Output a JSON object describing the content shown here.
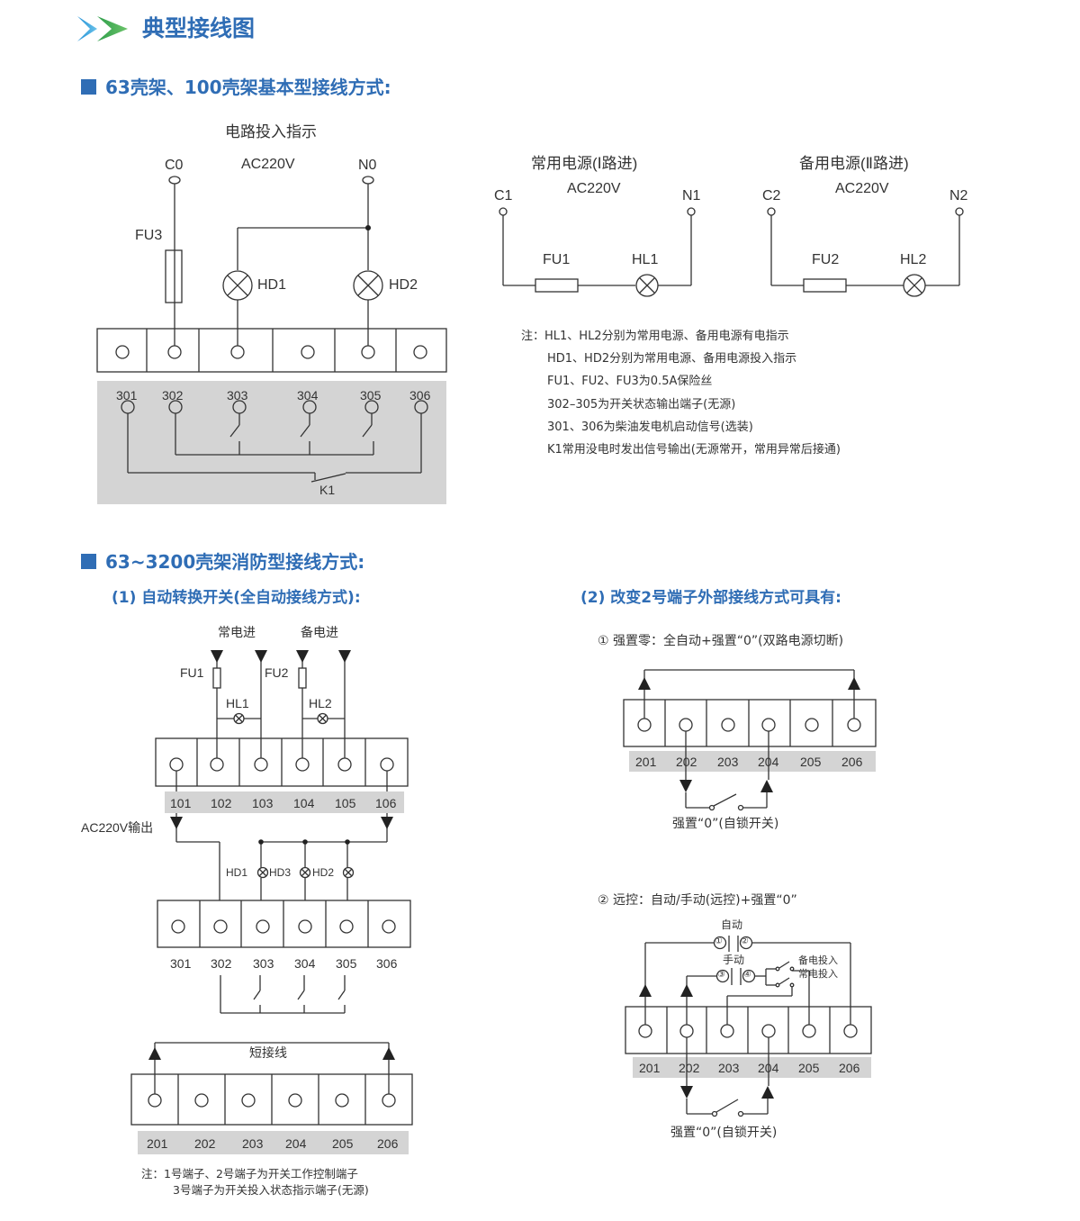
{
  "page_title": "典型接线图",
  "colors": {
    "accent": "#2f6db5",
    "arrow_blue": "#2aa7dd",
    "arrow_green": "#4caf50",
    "terminal_label_bg": "#d4d4d4"
  },
  "section1": {
    "heading": "63壳架、100壳架基本型接线方式:",
    "diagram_left": {
      "title": "电路投入指示",
      "voltage": "AC220V",
      "c_label": "C0",
      "n_label": "N0",
      "fuse": "FU3",
      "lamp1": "HD1",
      "lamp2": "HD2",
      "terminals": [
        "301",
        "302",
        "303",
        "304",
        "305",
        "306"
      ],
      "relay": "K1"
    },
    "supply1": {
      "title": "常用电源(Ⅰ路进)",
      "voltage": "AC220V",
      "c_label": "C1",
      "n_label": "N1",
      "fuse": "FU1",
      "lamp": "HL1"
    },
    "supply2": {
      "title": "备用电源(Ⅱ路进)",
      "voltage": "AC220V",
      "c_label": "C2",
      "n_label": "N2",
      "fuse": "FU2",
      "lamp": "HL2"
    },
    "notes": [
      "注：HL1、HL2分别为常用电源、备用电源有电指示",
      "HD1、HD2分别为常用电源、备用电源投入指示",
      "FU1、FU2、FU3为0.5A保险丝",
      "302–305为开关状态输出端子(无源)",
      "301、306为柴油发电机启动信号(选装)",
      "K1常用没电时发出信号输出(无源常开，常用异常后接通)"
    ]
  },
  "section2": {
    "heading": "63~3200壳架消防型接线方式:",
    "part1": {
      "heading": "(1) 自动转换开关(全自动接线方式):",
      "main_in": "常电进",
      "backup_in": "备电进",
      "fuse1": "FU1",
      "fuse2": "FU2",
      "lamp1": "HL1",
      "lamp2": "HL2",
      "terminals_100": [
        "101",
        "102",
        "103",
        "104",
        "105",
        "106"
      ],
      "output_label": "AC220V输出",
      "hd_lamps": [
        "HD1",
        "HD3",
        "HD2"
      ],
      "terminals_300": [
        "301",
        "302",
        "303",
        "304",
        "305",
        "306"
      ],
      "short_label": "短接线",
      "terminals_200": [
        "201",
        "202",
        "203",
        "204",
        "205",
        "206"
      ],
      "notes": [
        "注：1号端子、2号端子为开关工作控制端子",
        "3号端子为开关投入状态指示端子(无源)"
      ]
    },
    "part2": {
      "heading": "(2) 改变2号端子外部接线方式可具有:",
      "option1": {
        "title": "① 强置零：全自动+强置“0”(双路电源切断)",
        "terminals": [
          "201",
          "202",
          "203",
          "204",
          "205",
          "206"
        ],
        "switch_label": "强置“0”(自锁开关)"
      },
      "option2": {
        "title": "② 远控：自动/手动(远控)+强置“0”",
        "auto_label": "自动",
        "manual_label": "手动",
        "contacts": [
          "①",
          "②",
          "③",
          "④"
        ],
        "backup_on": "备电投入",
        "main_on": "常电投入",
        "terminals": [
          "201",
          "202",
          "203",
          "204",
          "205",
          "206"
        ],
        "switch_label": "强置“0”(自锁开关)"
      }
    }
  }
}
